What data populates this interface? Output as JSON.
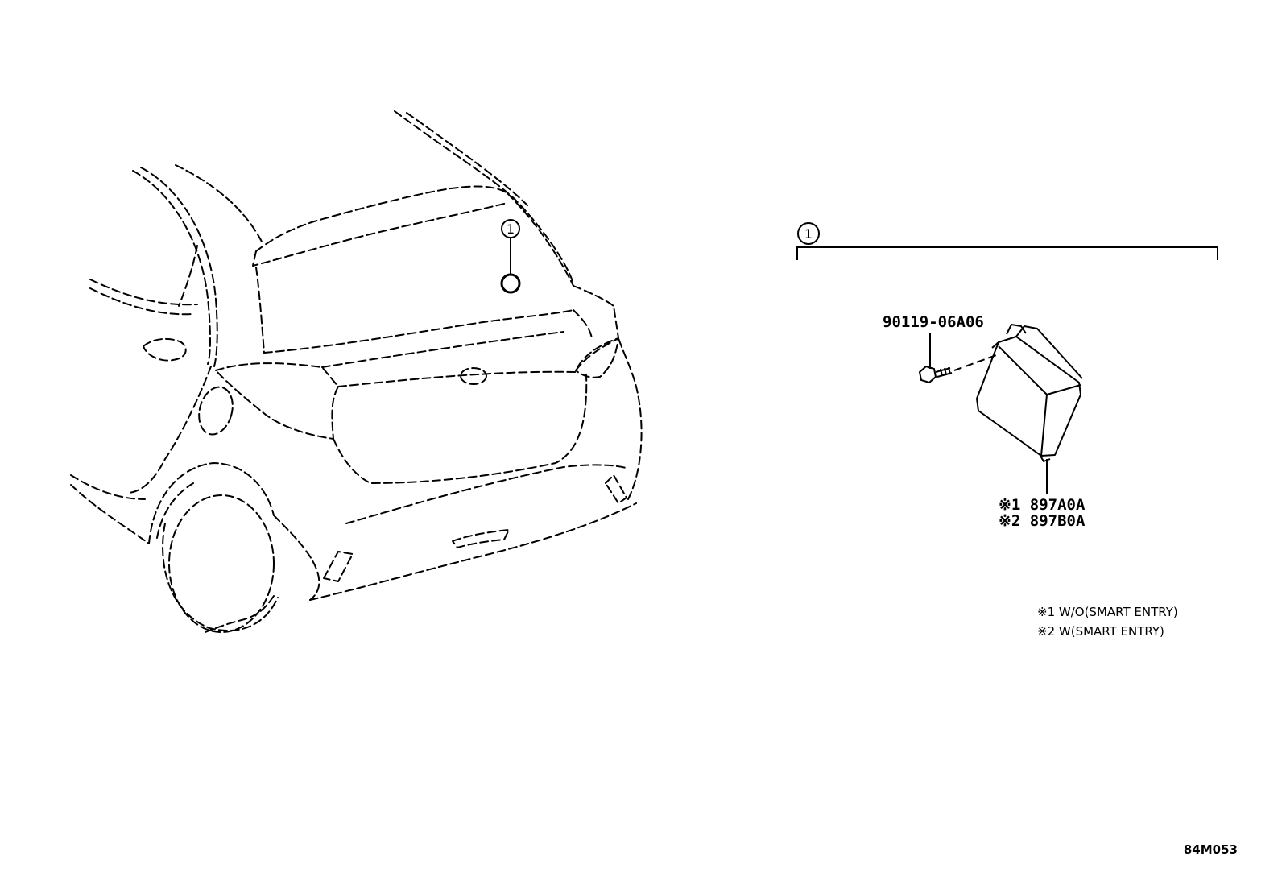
{
  "callout": {
    "number": "1"
  },
  "parts": {
    "bolt": "90119-06A06",
    "module_1": "※1 897A0A",
    "module_2": "※2 897B0A"
  },
  "notes": [
    "※1 W/O(SMART ENTRY)",
    "※2 W(SMART ENTRY)"
  ],
  "figure_id": "84M053"
}
